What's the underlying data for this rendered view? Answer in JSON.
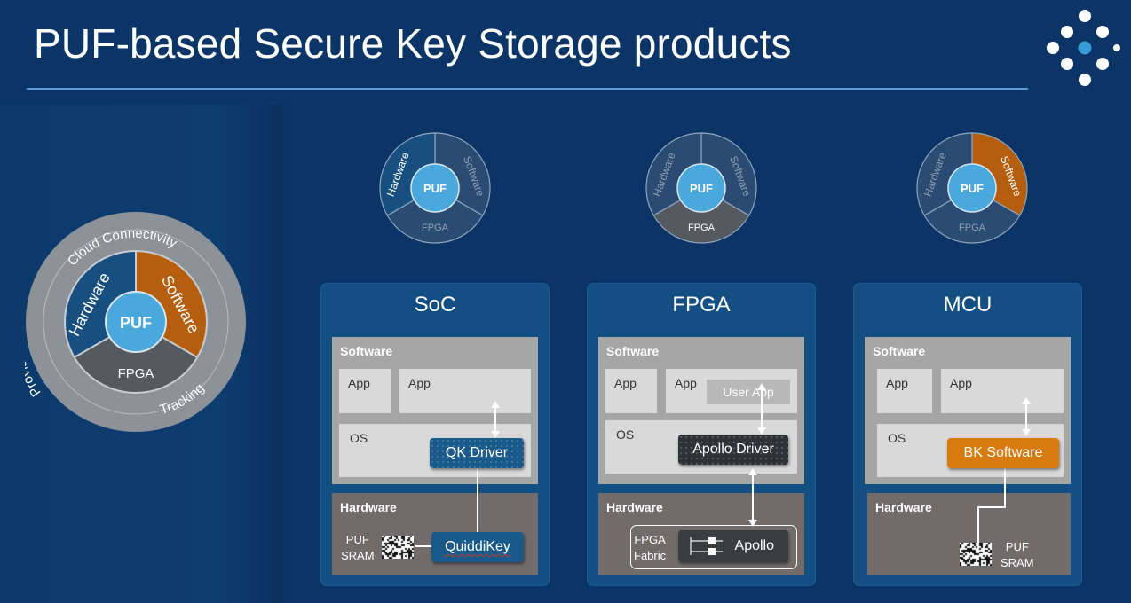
{
  "title": "PUF-based Secure Key Storage products",
  "overview": {
    "center": "PUF",
    "inner": [
      "Hardware",
      "Software",
      "FPGA"
    ],
    "outer": [
      "Cloud Connectivity",
      "Provisioning",
      "Tracking"
    ]
  },
  "rings": [
    {
      "center": "PUF",
      "hardware": "Hardware",
      "software": "Software",
      "fpga": "FPGA",
      "highlight": "hardware"
    },
    {
      "center": "PUF",
      "hardware": "Hardware",
      "software": "Software",
      "fpga": "FPGA",
      "highlight": "fpga"
    },
    {
      "center": "PUF",
      "hardware": "Hardware",
      "software": "Software",
      "fpga": "FPGA",
      "highlight": "software"
    }
  ],
  "cards": {
    "soc": {
      "title": "SoC",
      "software_label": "Software",
      "hardware_label": "Hardware",
      "app1": "App",
      "app2": "App",
      "os": "OS",
      "driver": "QK Driver",
      "chip": "QuiddiKey",
      "puf_line1": "PUF",
      "puf_line2": "SRAM"
    },
    "fpga": {
      "title": "FPGA",
      "software_label": "Software",
      "hardware_label": "Hardware",
      "app1": "App",
      "app2": "App",
      "user_app": "User App",
      "os": "OS",
      "driver": "Apollo Driver",
      "chip": "Apollo",
      "fabric_line1": "FPGA",
      "fabric_line2": "Fabric"
    },
    "mcu": {
      "title": "MCU",
      "software_label": "Software",
      "hardware_label": "Hardware",
      "app1": "App",
      "app2": "App",
      "os": "OS",
      "driver": "BK Software",
      "puf_line1": "PUF",
      "puf_line2": "SRAM"
    }
  },
  "colors": {
    "background": "#0b3567",
    "card": "#134f83",
    "puf_blue": "#4aa8dc",
    "hardware_blue": "#174f80",
    "software_orange": "#b55f0e",
    "fpga_gray": "#545a60",
    "dim": "#2a4c72",
    "software_box": "#a6a6a6",
    "hardware_box": "#716c6b"
  }
}
